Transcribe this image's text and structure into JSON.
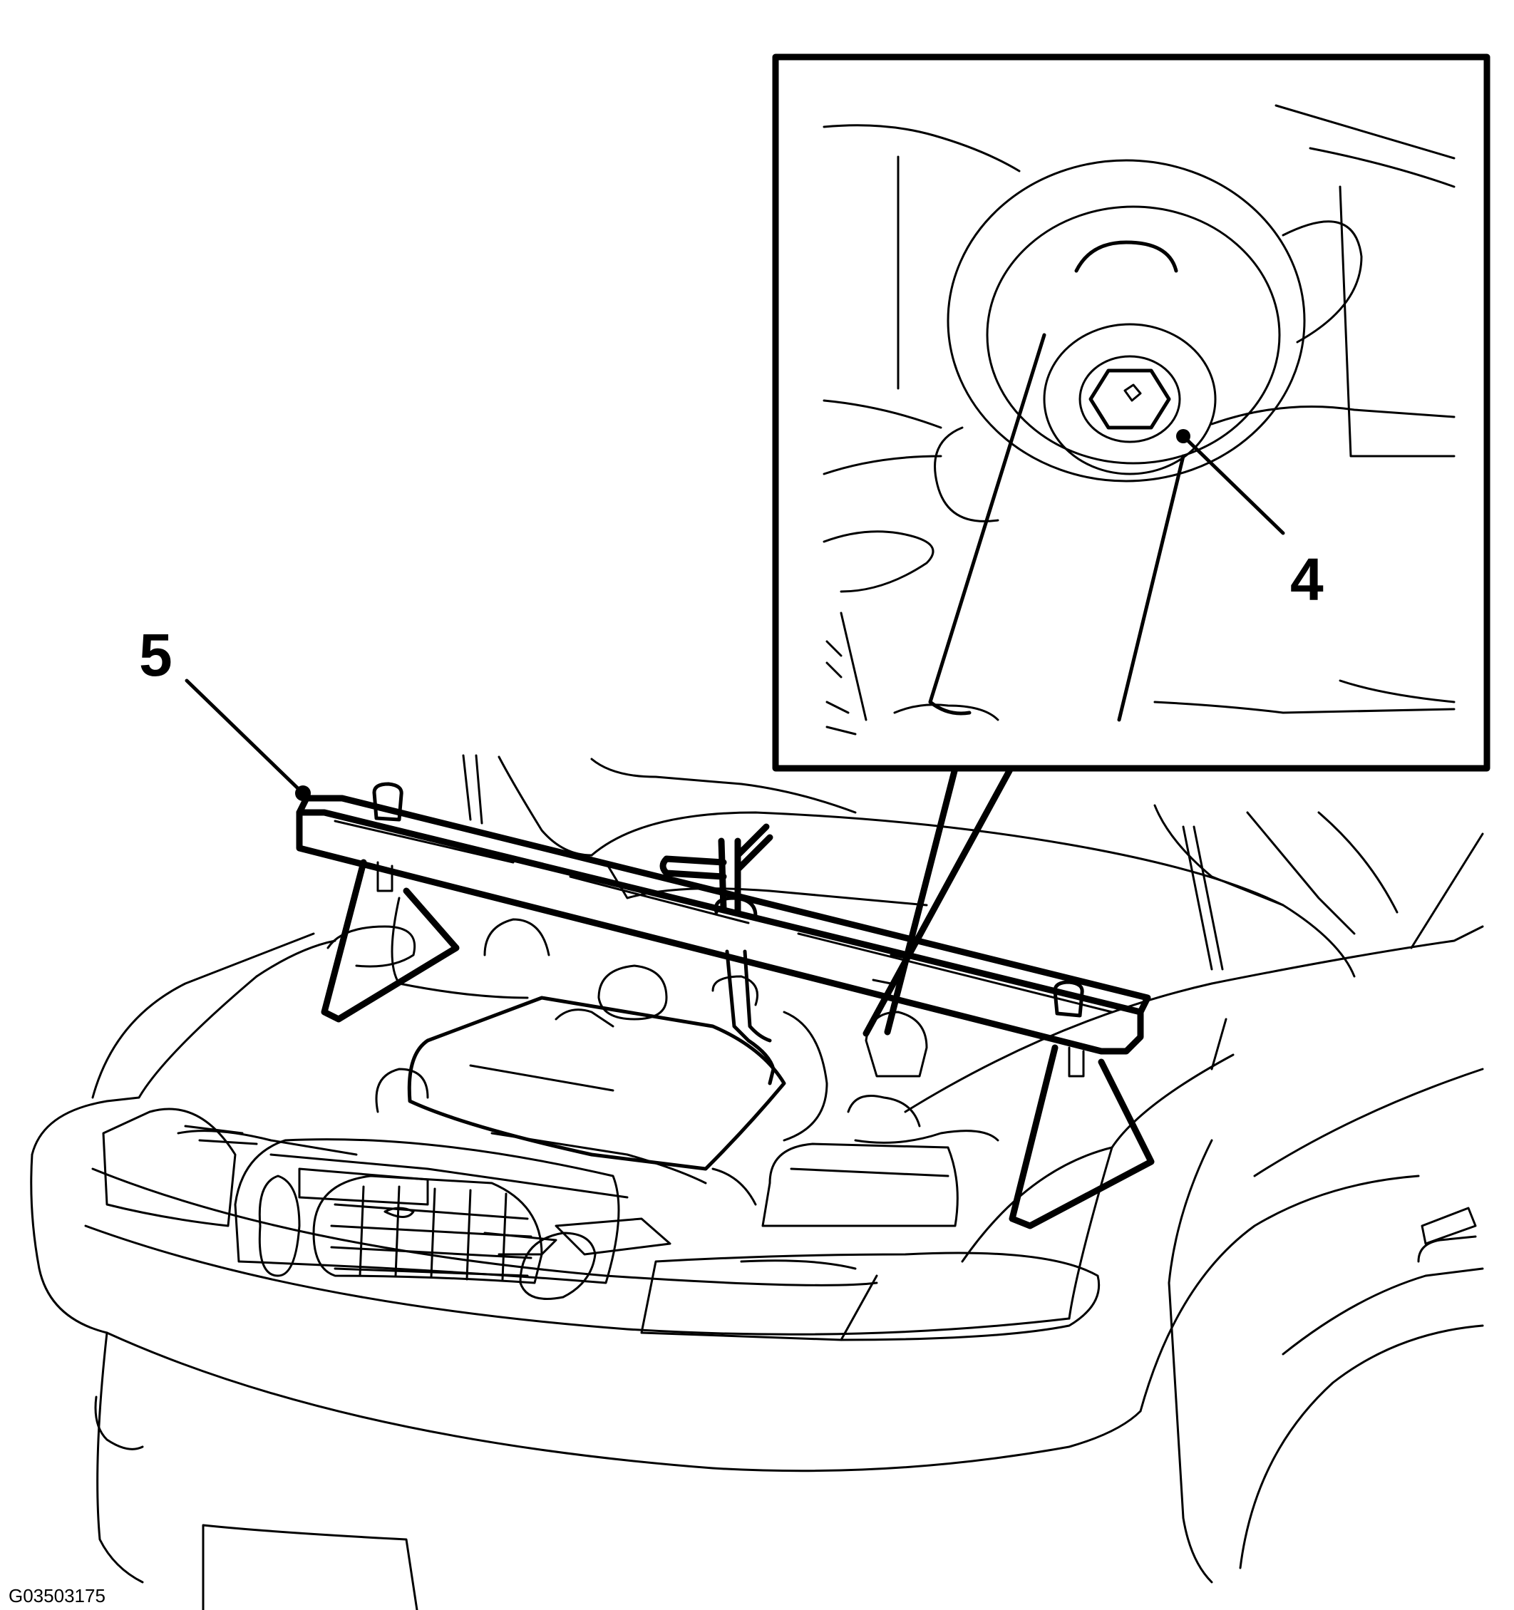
{
  "figure": {
    "callouts": [
      {
        "id": "callout-5",
        "label": "5"
      },
      {
        "id": "callout-4",
        "label": "4"
      }
    ],
    "figure_id": "G03503175",
    "colors": {
      "line": "#000000",
      "background": "#ffffff"
    }
  }
}
